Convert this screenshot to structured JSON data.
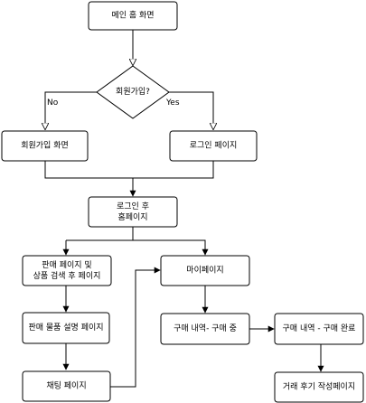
{
  "nodes": {
    "main_home": {
      "label": "메인 홈 화면"
    },
    "member_check": {
      "label": "회원가입?"
    },
    "signup": {
      "label": "회원가입 화면"
    },
    "login": {
      "label": "로그인 페이지"
    },
    "home_after_login": {
      "lines": [
        "로그인 후",
        "홈페이지"
      ]
    },
    "sale_search": {
      "lines": [
        "판매 페이지 및",
        "상품 검색 후 페이지"
      ]
    },
    "mypage": {
      "label": "마이페이지"
    },
    "product_detail": {
      "label": "판매 물품 설명 페이지"
    },
    "purchase_in_progress": {
      "label": "구매 내역- 구매 중"
    },
    "purchase_done": {
      "label": "구매 내역 - 구매 완료"
    },
    "chat": {
      "label": "채팅 페이지"
    },
    "review": {
      "label": "거래 후기 작성페이지"
    }
  },
  "edges": {
    "no_label": "No",
    "yes_label": "Yes"
  }
}
